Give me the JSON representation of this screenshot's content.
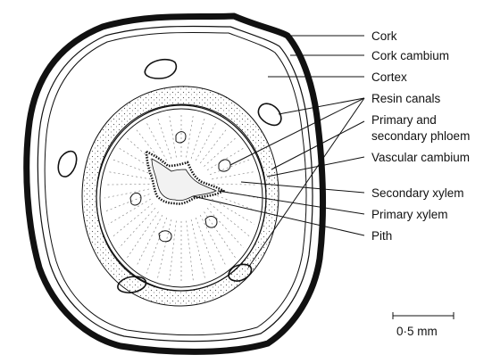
{
  "labels": {
    "cork": "Cork",
    "cork_cambium": "Cork cambium",
    "cortex": "Cortex",
    "resin_canals": "Resin canals",
    "phloem_line1": "Primary and",
    "phloem_line2": "secondary phloem",
    "vascular_cambium": "Vascular cambium",
    "secondary_xylem": "Secondary xylem",
    "primary_xylem": "Primary xylem",
    "pith": "Pith"
  },
  "scale_bar": {
    "label": "0·5 mm"
  },
  "colors": {
    "ink": "#111111",
    "background": "#ffffff"
  }
}
